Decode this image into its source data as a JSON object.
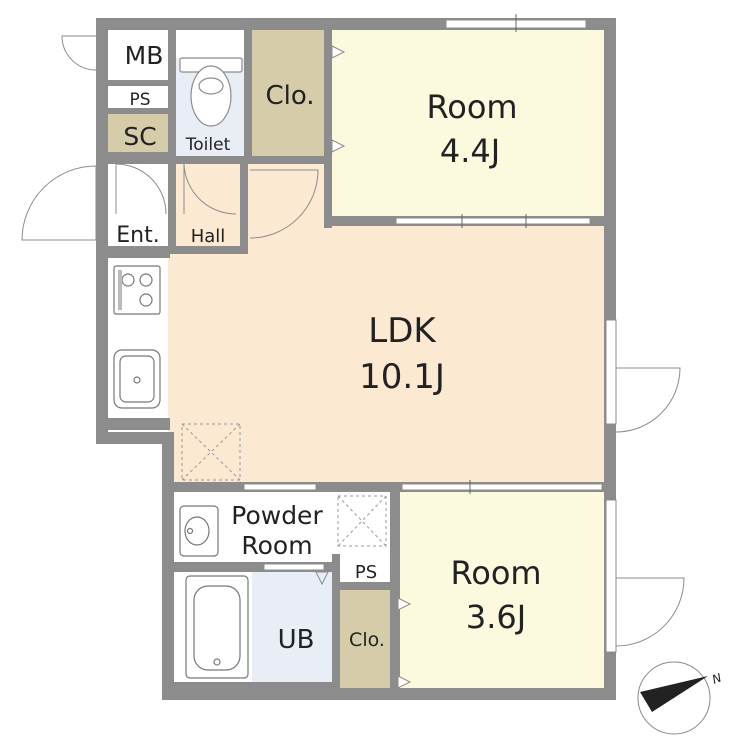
{
  "rooms": {
    "mb": "MB",
    "ps_top": "PS",
    "sc": "SC",
    "toilet": "Toilet",
    "closet_top": "Clo.",
    "room_top_name": "Room",
    "room_top_size": "4.4J",
    "entrance": "Ent.",
    "hall": "Hall",
    "ldk_name": "LDK",
    "ldk_size": "10.1J",
    "powder_line1": "Powder",
    "powder_line2": "Room",
    "ps_bottom": "PS",
    "ub": "UB",
    "closet_bottom": "Clo.",
    "room_bottom_name": "Room",
    "room_bottom_size": "3.6J"
  },
  "compass": {
    "north": "N"
  },
  "colors": {
    "wall": "#8c8c8c",
    "room_fill": "#fbfadf",
    "ldk_fill": "#fbe9d2",
    "closet_fill": "#d6ccaa",
    "wet_fill": "#e8edf6",
    "sc_fill": "#d6ccaa"
  }
}
